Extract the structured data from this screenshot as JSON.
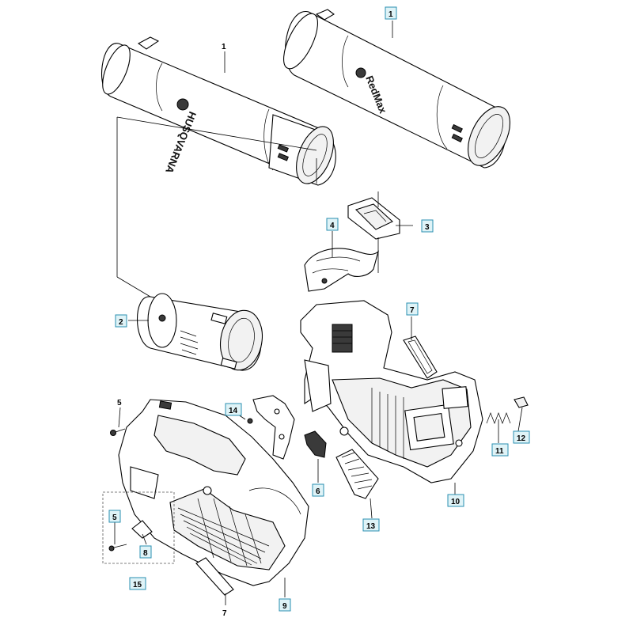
{
  "diagram": {
    "brand_labels": {
      "tube_left": "HUSQVARNA",
      "tube_right": "RedMax"
    },
    "callouts": [
      {
        "id": "c1a",
        "label": "1",
        "boxed": false
      },
      {
        "id": "c1b",
        "label": "1",
        "boxed": true
      },
      {
        "id": "c2",
        "label": "2",
        "boxed": true
      },
      {
        "id": "c3",
        "label": "3",
        "boxed": true
      },
      {
        "id": "c4",
        "label": "4",
        "boxed": true
      },
      {
        "id": "c5a",
        "label": "5",
        "boxed": false
      },
      {
        "id": "c5b",
        "label": "5",
        "boxed": true
      },
      {
        "id": "c6",
        "label": "6",
        "boxed": true
      },
      {
        "id": "c7a",
        "label": "7",
        "boxed": true
      },
      {
        "id": "c7b",
        "label": "7",
        "boxed": false
      },
      {
        "id": "c8",
        "label": "8",
        "boxed": true
      },
      {
        "id": "c9",
        "label": "9",
        "boxed": true
      },
      {
        "id": "c10",
        "label": "10",
        "boxed": true
      },
      {
        "id": "c11",
        "label": "11",
        "boxed": true
      },
      {
        "id": "c12",
        "label": "12",
        "boxed": true
      },
      {
        "id": "c13",
        "label": "13",
        "boxed": true
      },
      {
        "id": "c14",
        "label": "14",
        "boxed": true
      },
      {
        "id": "c15",
        "label": "15",
        "boxed": true
      }
    ],
    "colors": {
      "callout_fill": "#dff3f7",
      "callout_border": "#2a8fb0",
      "line": "#000000"
    }
  }
}
